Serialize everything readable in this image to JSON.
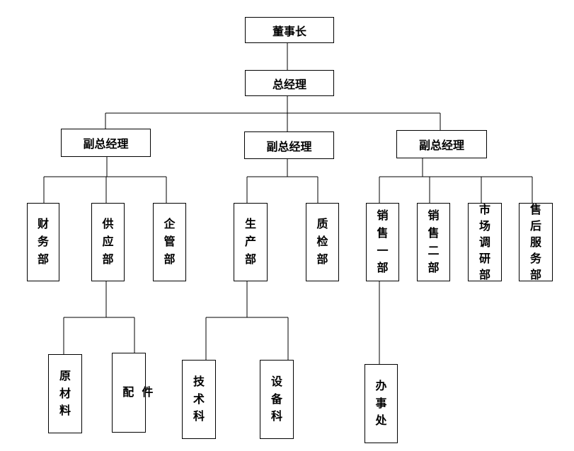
{
  "org_chart": {
    "chairman": "董事长",
    "general_manager": "总经理",
    "vice_managers": [
      "副总经理",
      "副总经理",
      "副总经理"
    ],
    "dept_finance": "财务部",
    "dept_supply": "供应部",
    "dept_enterprise_mgmt": "企管部",
    "dept_production": "生产部",
    "dept_quality": "质检部",
    "dept_sales_1": "销售一部",
    "dept_sales_2": "销售二部",
    "dept_market_research": "市场调研部",
    "dept_after_sales": "售后服务部",
    "sec_raw_materials": "原材料",
    "sec_parts": "配  件",
    "sec_technical": "技术科",
    "sec_equipment": "设备科",
    "office": "办事处"
  }
}
